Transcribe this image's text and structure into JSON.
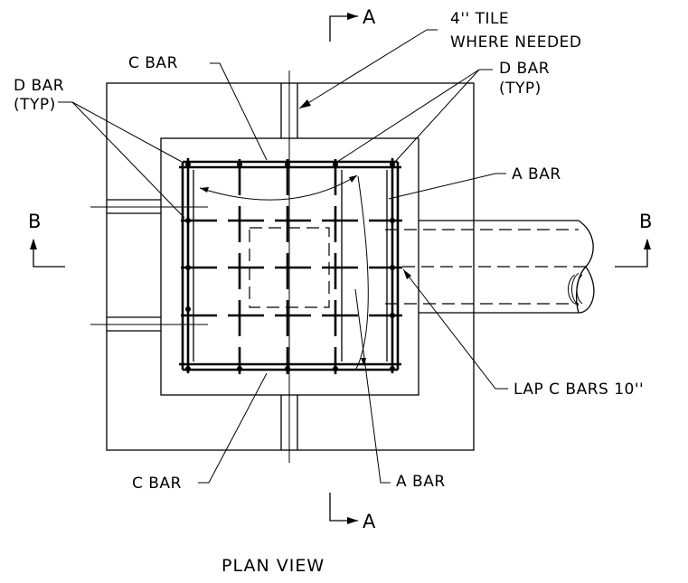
{
  "labels": {
    "c_bar_top": "C BAR",
    "tile_line1": "4'' TILE",
    "tile_line2": "WHERE NEEDED",
    "d_bar_left_line1": "D BAR",
    "d_bar_left_line2": "(TYP)",
    "d_bar_right_line1": "D BAR",
    "d_bar_right_line2": "(TYP)",
    "a_bar_right": "A BAR",
    "lap_c_bars": "LAP C BARS 10''",
    "c_bar_bottom": "C BAR",
    "a_bar_bottom": "A BAR"
  },
  "sections": {
    "a_top": "A",
    "a_bottom": "A",
    "b_left": "B",
    "b_right": "B"
  },
  "title": "PLAN VIEW"
}
